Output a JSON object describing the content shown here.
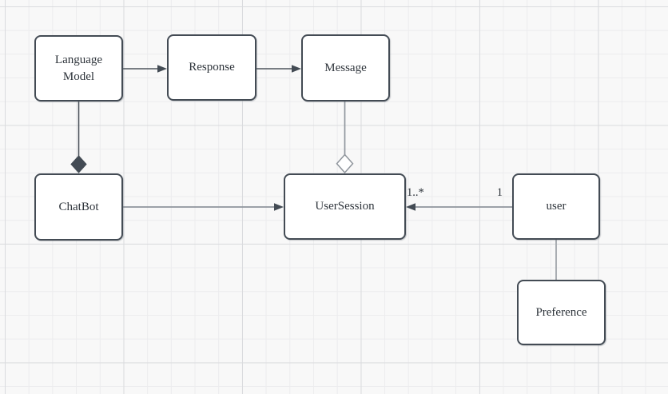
{
  "diagram": {
    "type": "uml-class-diagram",
    "nodes": [
      {
        "id": "language-model",
        "label": "Language Model"
      },
      {
        "id": "response",
        "label": "Response"
      },
      {
        "id": "message",
        "label": "Message"
      },
      {
        "id": "chatbot",
        "label": "ChatBot"
      },
      {
        "id": "user-session",
        "label": "UserSession"
      },
      {
        "id": "user",
        "label": "user"
      },
      {
        "id": "preference",
        "label": "Preference"
      }
    ],
    "edges": [
      {
        "from": "Language Model",
        "to": "Response",
        "type": "directed-arrow"
      },
      {
        "from": "Response",
        "to": "Message",
        "type": "directed-arrow"
      },
      {
        "from": "Language Model",
        "to": "ChatBot",
        "type": "composition-filled-diamond"
      },
      {
        "from": "Message",
        "to": "UserSession",
        "type": "aggregation-hollow-diamond"
      },
      {
        "from": "ChatBot",
        "to": "UserSession",
        "type": "directed-arrow"
      },
      {
        "from": "user",
        "to": "UserSession",
        "type": "directed-arrow",
        "source_multiplicity": "1",
        "target_multiplicity": "1..*"
      },
      {
        "from": "user",
        "to": "Preference",
        "type": "association-plain-line"
      }
    ],
    "multiplicity_labels": {
      "target": "1..*",
      "source": "1"
    },
    "colors": {
      "canvas_bg": "#f8f8f8",
      "grid_minor": "#ececee",
      "grid_major": "#dadbde",
      "node_fill": "#ffffff",
      "node_border": "#434b54",
      "edge_dark": "#4d545c",
      "edge_gray": "#8f959c",
      "edge_light": "#a9adb2",
      "text": "#2d333a"
    }
  }
}
